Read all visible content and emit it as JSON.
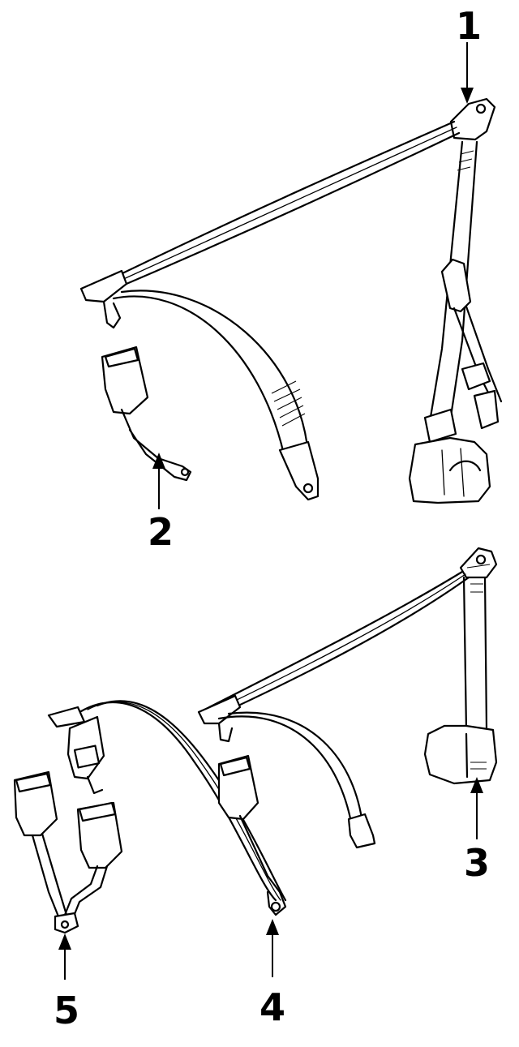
{
  "callouts": {
    "c1": "1",
    "c2": "2",
    "c3": "3",
    "c4": "4",
    "c5": "5"
  },
  "line_color": "#000000",
  "background": "#ffffff"
}
